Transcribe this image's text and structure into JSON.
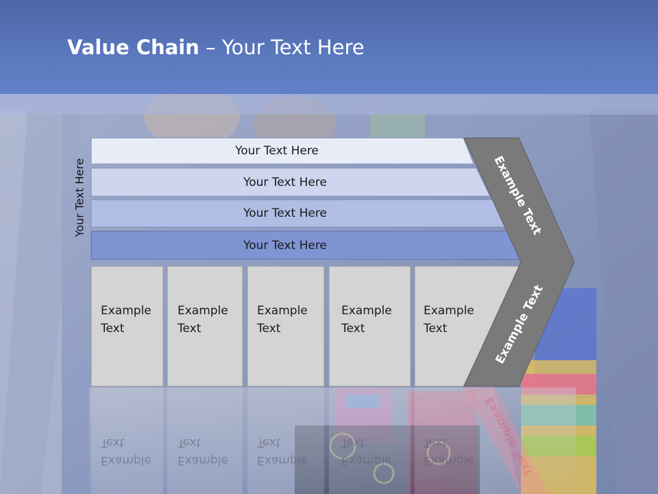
{
  "title": {
    "bold": "Value Chain",
    "rest": " – Your Text Here"
  },
  "side_label": "Your Text Here",
  "bars": [
    {
      "label": "Your Text Here",
      "color": "#e8ecf7"
    },
    {
      "label": "Your Text Here",
      "color": "#cdd6ee"
    },
    {
      "label": "Your Text Here",
      "color": "#b0bde4"
    },
    {
      "label": "Your Text Here",
      "color": "#7f94d3"
    }
  ],
  "boxes": [
    {
      "text": "Example\nText"
    },
    {
      "text": "Example\nText"
    },
    {
      "text": "Example\nText"
    },
    {
      "text": "Example\nText"
    },
    {
      "text": "Example\nText"
    }
  ],
  "chevron": {
    "upper_text": "Example Text",
    "lower_text": "Example Text",
    "color": "#7a7a7a"
  },
  "colors": {
    "header": "#5b78bf",
    "box_fill": "#d4d4d4",
    "box_border": "#9a9a9a"
  }
}
